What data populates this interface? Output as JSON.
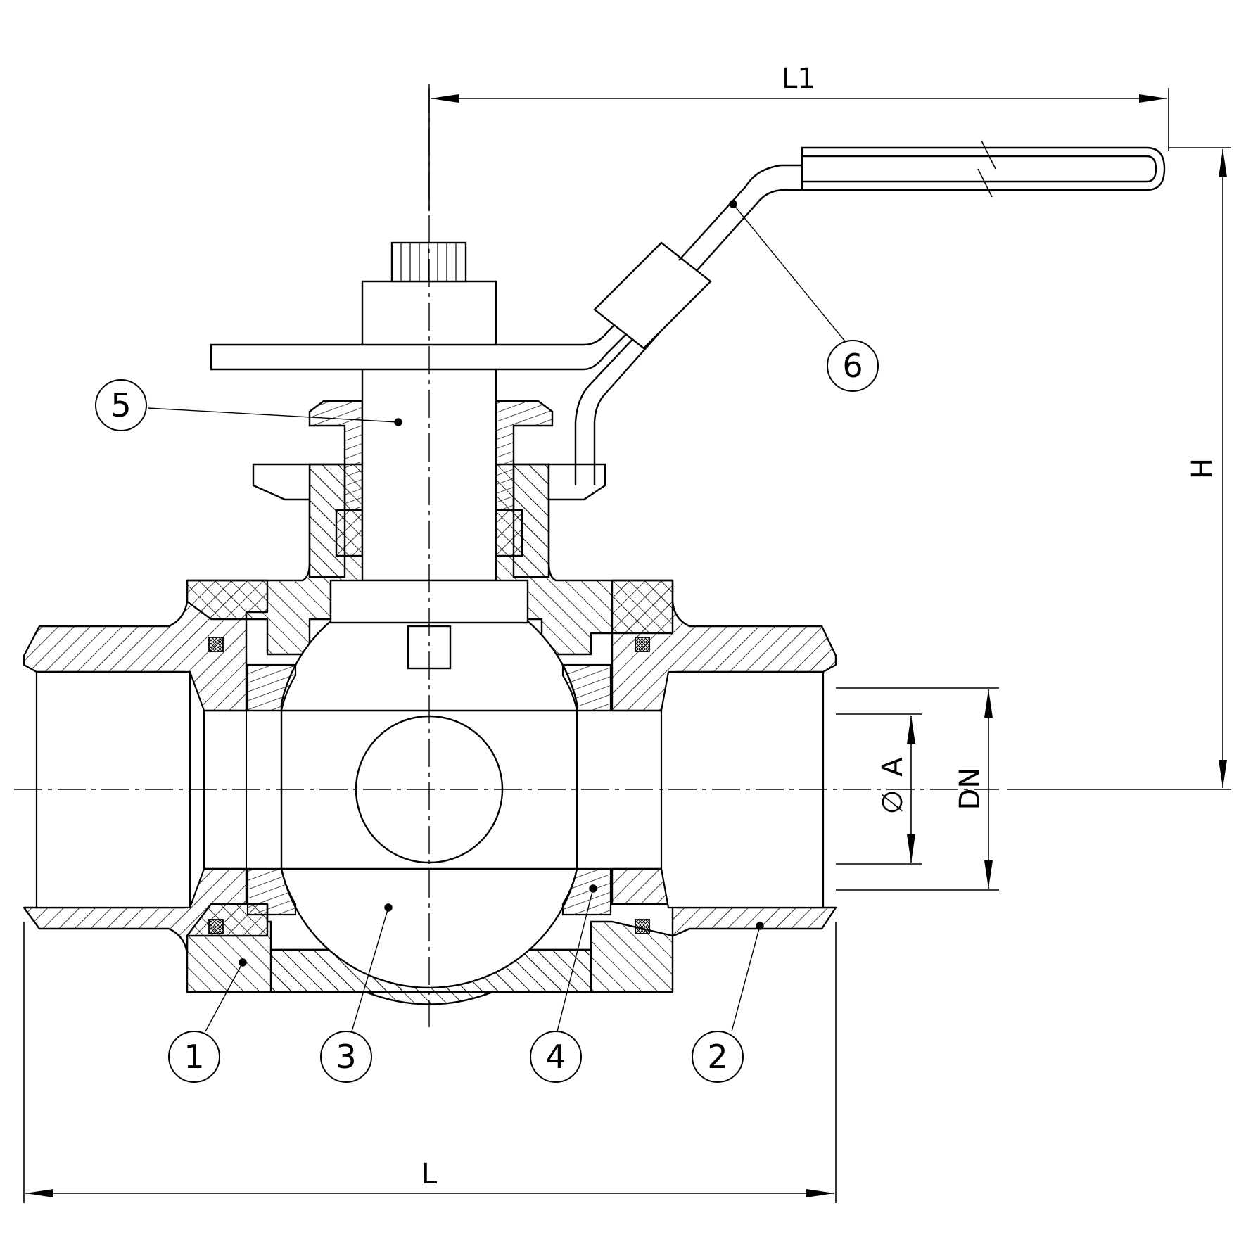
{
  "dimensions": {
    "L1": "L1",
    "L": "L",
    "H": "H",
    "A": "A",
    "diameter_symbol": "∅",
    "DN": "DN"
  },
  "balloons": {
    "b1": "1",
    "b2": "2",
    "b3": "3",
    "b4": "4",
    "b5": "5",
    "b6": "6"
  }
}
